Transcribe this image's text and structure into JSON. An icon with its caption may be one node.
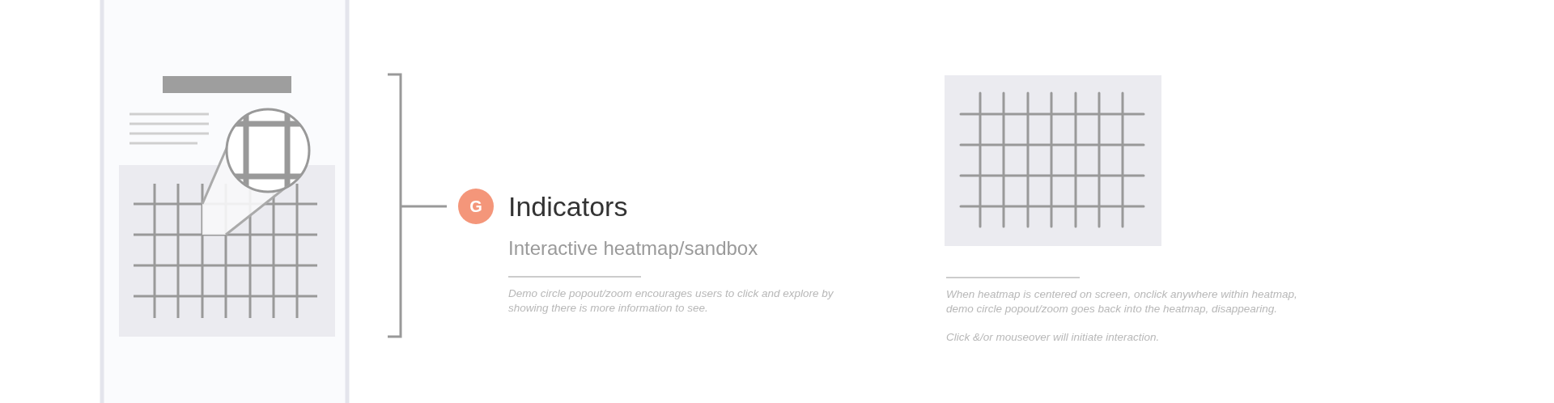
{
  "diagram": {
    "nodes": [
      {
        "text": [
          "G"
        ]
      }
    ],
    "edges": [],
    "labels": [
      "Indicators",
      "Interactive heatmap/sandbox",
      "Demo circle popout/zoom encourages users to click and explore by showing there is more information to see.",
      "When heatmap is centered on screen, onclick anywhere within heatmap, demo circle popout/zoom goes back into the heatmap, disappearing.",
      "Click &/or mouseover will initiate interaction."
    ]
  }
}
